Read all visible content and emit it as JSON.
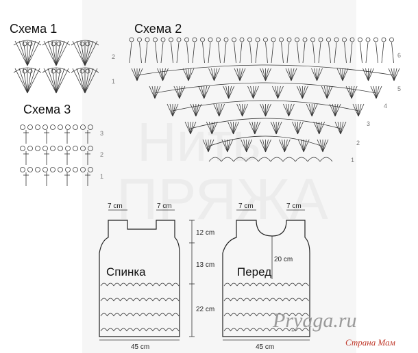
{
  "schemes": {
    "s1": {
      "title": "Схема 1",
      "rows": [
        "2",
        "1"
      ]
    },
    "s2": {
      "title": "Схема 2",
      "rows": [
        "6",
        "5",
        "4",
        "3",
        "2",
        "1"
      ]
    },
    "s3": {
      "title": "Схема 3",
      "rows": [
        "3",
        "2",
        "1"
      ]
    }
  },
  "back": {
    "name": "Спинка",
    "shoulder_left": "7 cm",
    "shoulder_right": "7 cm",
    "h1": "12 cm",
    "h2": "13 cm",
    "h3": "22 cm",
    "width": "45 cm"
  },
  "front": {
    "name": "Перед",
    "shoulder_left": "7 cm",
    "shoulder_right": "7 cm",
    "neck_depth": "20 cm",
    "width": "45 cm"
  },
  "watermark": {
    "brand": "Страна Мам",
    "site": "Pryaga.ru",
    "word1": "Нить",
    "word2": "ПРЯЖА"
  },
  "colors": {
    "ink": "#111111",
    "brand_red": "#c0392b",
    "watermark_gray": "#e6e6e6"
  }
}
